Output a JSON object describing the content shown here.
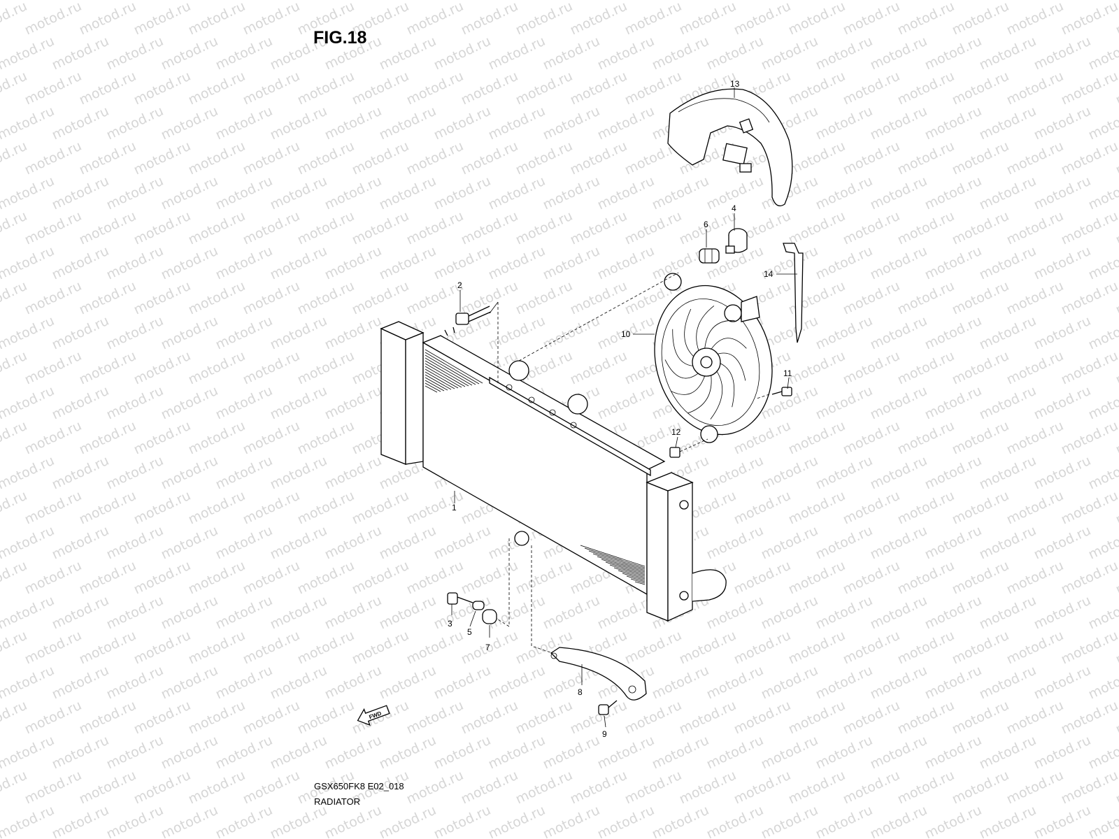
{
  "figure": {
    "title": "FIG.18",
    "model_code": "GSX650FK8 E02_018",
    "assembly_name": "RADIATOR",
    "watermark_text": "motod.ru",
    "fwd_label": "FWD"
  },
  "callouts": [
    {
      "id": "c1",
      "label": "1"
    },
    {
      "id": "c2",
      "label": "2"
    },
    {
      "id": "c3",
      "label": "3"
    },
    {
      "id": "c4",
      "label": "4"
    },
    {
      "id": "c5",
      "label": "5"
    },
    {
      "id": "c6",
      "label": "6"
    },
    {
      "id": "c7",
      "label": "7"
    },
    {
      "id": "c8",
      "label": "8"
    },
    {
      "id": "c9",
      "label": "9"
    },
    {
      "id": "c10",
      "label": "10"
    },
    {
      "id": "c11",
      "label": "11"
    },
    {
      "id": "c12",
      "label": "12"
    },
    {
      "id": "c13",
      "label": "13"
    },
    {
      "id": "c14",
      "label": "14"
    }
  ],
  "colors": {
    "ink": "#000000",
    "watermark": "#d6d6d6",
    "background": "#ffffff"
  }
}
